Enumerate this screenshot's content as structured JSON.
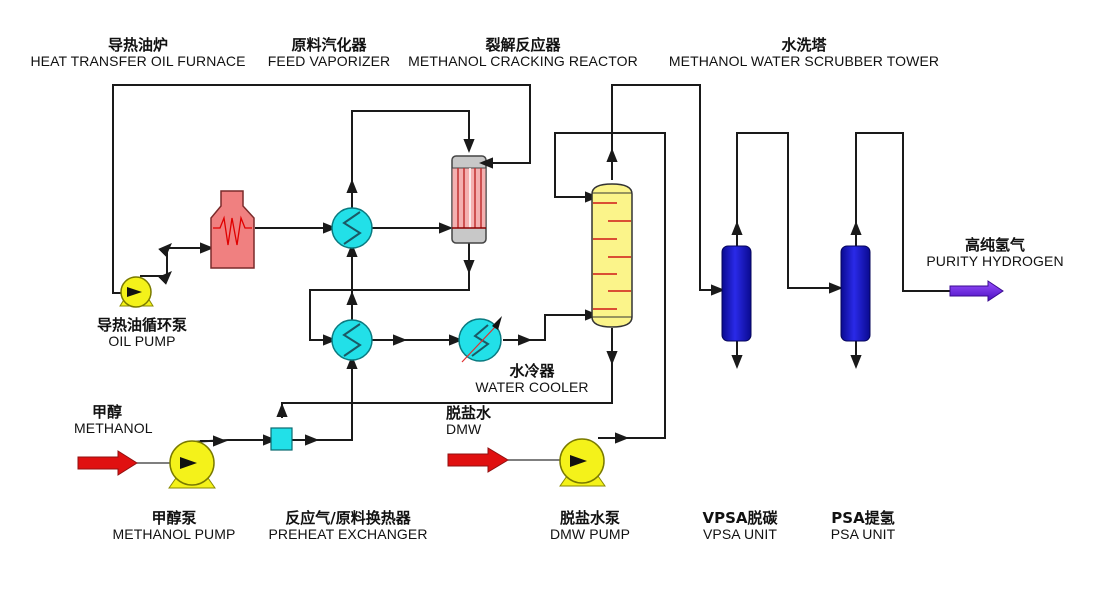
{
  "title": "Methanol Cracking Hydrogen Production Process Flow",
  "colors": {
    "pipe": "#1a1a1a",
    "furnace": "#f08080",
    "exchanger": "#22e0e8",
    "reactor_tubes": "#e88a8a",
    "scrubber": "#fbf48a",
    "pump": "#f4f21a",
    "psa": "#1818d0",
    "feed_arrow": "#e01010",
    "product_arrow": "#6a20d8"
  },
  "labels": {
    "heat_transfer_oil_furnace": {
      "cn": "导热油炉",
      "en": "HEAT TRANSFER OIL FURNACE"
    },
    "feed_vaporizer": {
      "cn": "原料汽化器",
      "en": "FEED VAPORIZER"
    },
    "methanol_cracking_reactor": {
      "cn": "裂解反应器",
      "en": "METHANOL CRACKING REACTOR"
    },
    "scrubber_tower": {
      "cn": "水洗塔",
      "en": "METHANOL WATER SCRUBBER TOWER"
    },
    "oil_pump": {
      "cn": "导热油循环泵",
      "en": "OIL PUMP"
    },
    "water_cooler": {
      "cn": "水冷器",
      "en": "WATER COOLER"
    },
    "methanol": {
      "cn": "甲醇",
      "en": "METHANOL"
    },
    "dmw": {
      "cn": "脱盐水",
      "en": "DMW"
    },
    "methanol_pump": {
      "cn": "甲醇泵",
      "en": "METHANOL PUMP"
    },
    "preheat_exchanger": {
      "cn": "反应气/原料换热器",
      "en": "PREHEAT EXCHANGER"
    },
    "dmw_pump": {
      "cn": "脱盐水泵",
      "en": "DMW PUMP"
    },
    "vpsa_unit": {
      "cn": "VPSA脱碳",
      "en": "VPSA UNIT"
    },
    "psa_unit": {
      "cn": "PSA提氢",
      "en": "PSA UNIT"
    },
    "purity_hydrogen": {
      "cn": "高纯氢气",
      "en": "PURITY HYDROGEN"
    }
  }
}
